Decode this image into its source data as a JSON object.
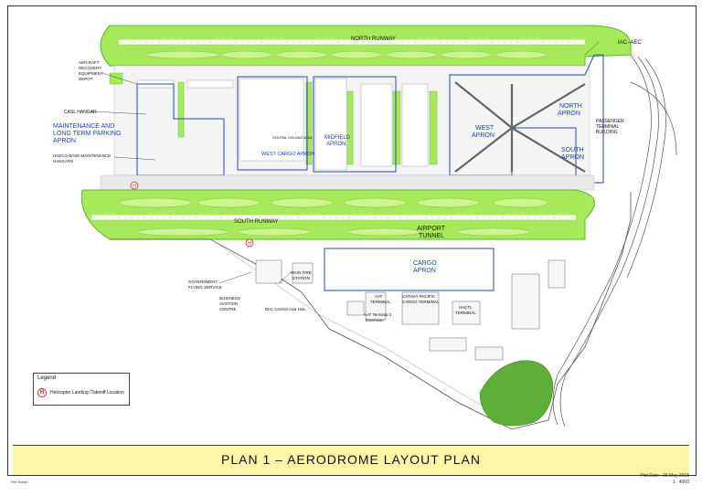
{
  "plan_title": "PLAN 1 –   AERODROME LAYOUT PLAN",
  "plot_date": "Plot Date : 29 May 2018",
  "scale_note": "1 : 4000",
  "file_name": "File Name : ",
  "labels": {
    "north_runway": "NORTH RUNWAY",
    "south_runway": "SOUTH RUNWAY",
    "iac_aec": "IAC–AEC",
    "aircraft_recovery_1": "AIRCRAFT",
    "aircraft_recovery_2": "RECOVERY",
    "aircraft_recovery_3": "EQUIPMENT",
    "aircraft_recovery_4": "DEPOT",
    "casl_hangar": "CASL HANGAR",
    "maintenance_1": "MAINTENANCE AND",
    "maintenance_2": "LONG TERM PARKING",
    "maintenance_3": "APRON",
    "haeco_1": "HAECO BASE MAINTENANCE",
    "haeco_2": "HANGARS",
    "west_cargo_apron": "WEST CARGO APRON",
    "central_holding_area": "CENTRAL HOLDING AREA",
    "midfield_1": "MIDFIELD",
    "midfield_2": "APRON",
    "west_apron_1": "WEST",
    "west_apron_2": "APRON",
    "north_apron_1": "NORTH",
    "north_apron_2": "APRON",
    "south_apron_1": "SOUTH",
    "south_apron_2": "APRON",
    "ptb_1": "PASSENGER",
    "ptb_2": "TERMINAL",
    "ptb_3": "BUILDING",
    "airport_tunnel_1": "AIRPORT",
    "airport_tunnel_2": "TUNNEL",
    "cargo_apron_1": "CARGO",
    "cargo_apron_2": "APRON",
    "gfs_1": "GOVERNMENT",
    "gfs_2": "FLYING  SERVICE",
    "bac_1": "BUSINESS",
    "bac_2": "AVIATION",
    "bac_3": "CENTRE",
    "main_fire_1": "MAIN FIRE",
    "main_fire_2": "STATION",
    "dhl": "DHL Central Asia Hub",
    "aat_1": "AAT",
    "aat_2": "TERMINAL",
    "aat_ext_1": "AAT Terminal 2",
    "aat_ext_2": "Extension",
    "cathay_1": "CATHAY PACIFIC",
    "cathay_2": "CARGO  TERMINAL",
    "hactl_1": "HACTL",
    "hactl_2": "TERMINAL"
  },
  "legend": {
    "title": "Legend",
    "heli_symbol": "H",
    "heli_label": "Helicopter Landing /Takeoff Location"
  },
  "colors": {
    "grass": "#a6ea5a",
    "grass_edge": "#5bb52a",
    "apron_outline": "#2946b8",
    "title_band": "#fbf7a6",
    "heli_red": "#d22222",
    "green_hill": "#5fae3a"
  }
}
